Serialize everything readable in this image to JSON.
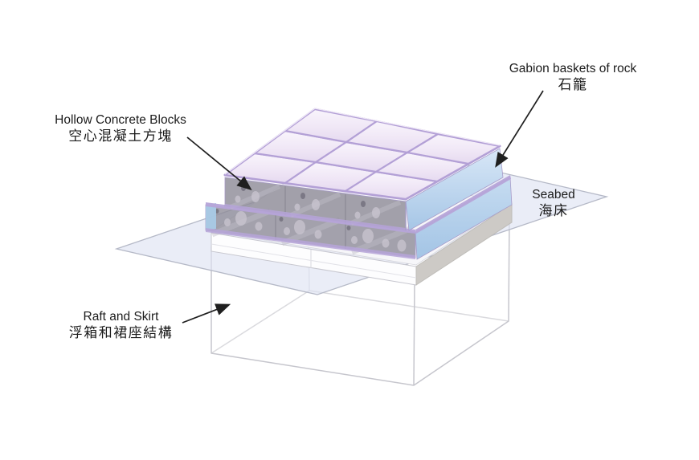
{
  "labels": {
    "hollow_blocks": {
      "en": "Hollow Concrete Blocks",
      "zh": "空心混凝土方塊"
    },
    "gabion_baskets": {
      "en": "Gabion baskets of rock",
      "zh": "石籠"
    },
    "seabed": {
      "en": "Seabed",
      "zh": "海床"
    },
    "raft_skirt": {
      "en": "Raft and Skirt",
      "zh": "浮箱和裙座結構"
    }
  },
  "colors": {
    "background": "#ffffff",
    "gabion_top_fill": "#f2eaf8",
    "gabion_purple_edge": "#b3a0d6",
    "gabion_side_blue": "#b7d2ee",
    "concrete_block_gray": "#8f8c98",
    "block_hole_light": "#c9c6d0",
    "seabed_plane_fill": "#dde2f2",
    "raft_wireframe": "#c6c6cd",
    "slab_white": "#fdfdfe",
    "label_text": "#1b1b1b",
    "arrow": "#1f1f1f"
  }
}
